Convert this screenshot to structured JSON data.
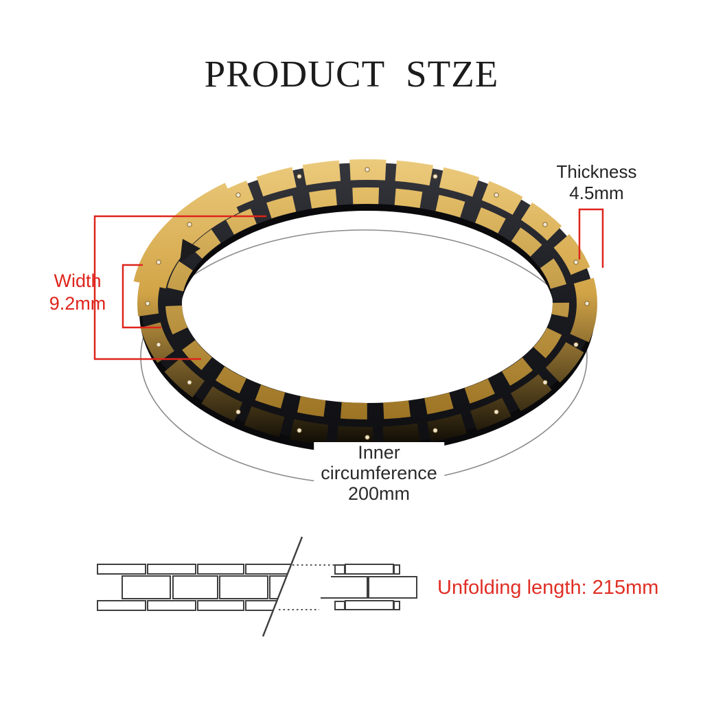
{
  "title": "PRODUCT STZE",
  "labels": {
    "thickness": {
      "line1": "Thickness",
      "line2": "4.5mm"
    },
    "width": {
      "line1": "Width",
      "line2": "9.2mm"
    },
    "inner_circumference": {
      "line1": "Inner",
      "line2": "circumference",
      "line3": "200mm"
    },
    "unfolding_length": "Unfolding length: 215mm"
  },
  "colors": {
    "accent_red": "#de241b",
    "unfolding_text_red": "#e02e24",
    "label_text": "#242424",
    "title_text": "#1c1c1c",
    "gold": "#d2a447",
    "gold_highlight": "#f0d38a",
    "gold_shadow": "#a87a2a",
    "black_link": "#17181c",
    "schematic_stroke": "#3f3f3f",
    "ellipse_stroke": "#8a8a8a",
    "background": "#ffffff"
  }
}
